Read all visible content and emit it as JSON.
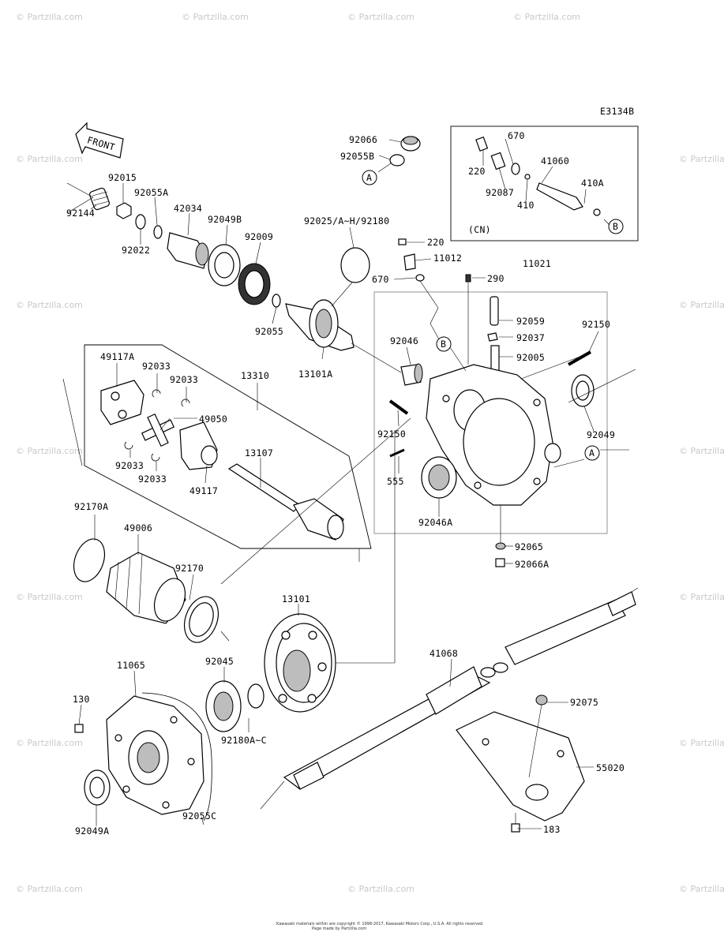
{
  "diagram_code": "E3134B",
  "front_label": "FRONT",
  "cn_label": "(CN)",
  "watermark": "© Partzilla.com",
  "copyright_line1": "Kawasaki materials within are copyright © 1998-2017, Kawasaki Motors Corp., U.S.A. All rights reserved.",
  "copyright_line2": "Page made by Partzilla.com",
  "ref_a": "A",
  "ref_b": "B",
  "labels": {
    "p92066": "92066",
    "p92055B": "92055B",
    "p670a": "670",
    "p220a": "220",
    "p41060": "41060",
    "p410A": "410A",
    "p92087": "92087",
    "p410": "410",
    "p92015": "92015",
    "p92055A": "92055A",
    "p42034": "42034",
    "p92144": "92144",
    "p92022": "92022",
    "p92049B": "92049B",
    "p92009": "92009",
    "p92025": "92025/A~H/92180",
    "p220b": "220",
    "p11012": "11012",
    "p670b": "670",
    "p290": "290",
    "p11021": "11021",
    "p92055": "92055",
    "p13101A": "13101A",
    "p92059": "92059",
    "p92150a": "92150",
    "p92037": "92037",
    "p92046": "92046",
    "p92005": "92005",
    "p49117A": "49117A",
    "p92033a": "92033",
    "p92033b": "92033",
    "p13310": "13310",
    "p49050": "49050",
    "p92150b": "92150",
    "p92049": "92049",
    "p13107": "13107",
    "p92033c": "92033",
    "p92033d": "92033",
    "p49117": "49117",
    "p555": "555",
    "p92046A": "92046A",
    "p92170A": "92170A",
    "p49006": "49006",
    "p92065": "92065",
    "p92066A": "92066A",
    "p92170": "92170",
    "p13101": "13101",
    "p41068": "41068",
    "p11065": "11065",
    "p92045": "92045",
    "p130": "130",
    "p92075": "92075",
    "p55020": "55020",
    "p92180AC": "92180A~C",
    "p92049A": "92049A",
    "p92055C": "92055C",
    "p183": "183"
  }
}
